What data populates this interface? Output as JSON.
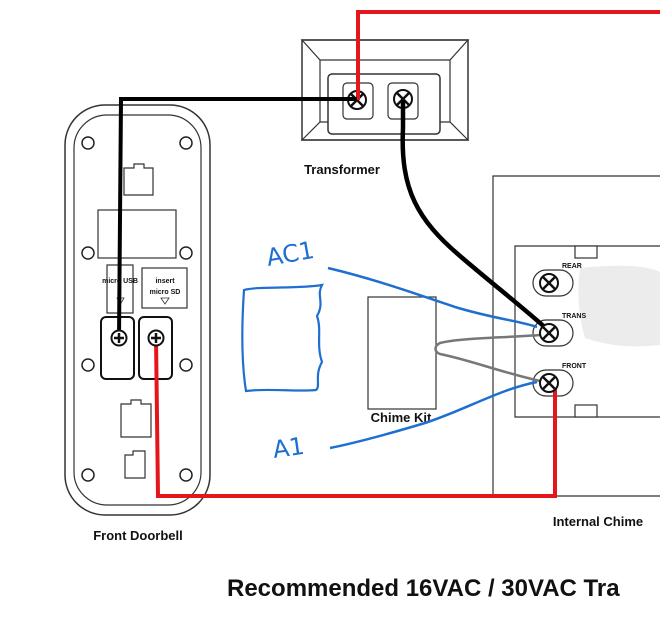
{
  "labels": {
    "transformer": "Transformer",
    "chime_kit": "Chime Kit",
    "front_doorbell": "Front Doorbell",
    "internal_chime": "Internal Chime",
    "headline": "Recommended 16VAC / 30VAC Tra"
  },
  "doorbell": {
    "port_usb": "micro USB",
    "port_sd": "micro SD",
    "port_sd_top": "insert"
  },
  "chime_terminals": {
    "rear": "REAR",
    "trans": "TRANS",
    "front": "FRONT"
  },
  "handwriting": {
    "top": "AC1",
    "bottom": "A1"
  },
  "colors": {
    "red_wire": "#e4161b",
    "black_wire": "#000000",
    "blue_wire": "#1e6fd0",
    "gray_wire": "#777777"
  }
}
